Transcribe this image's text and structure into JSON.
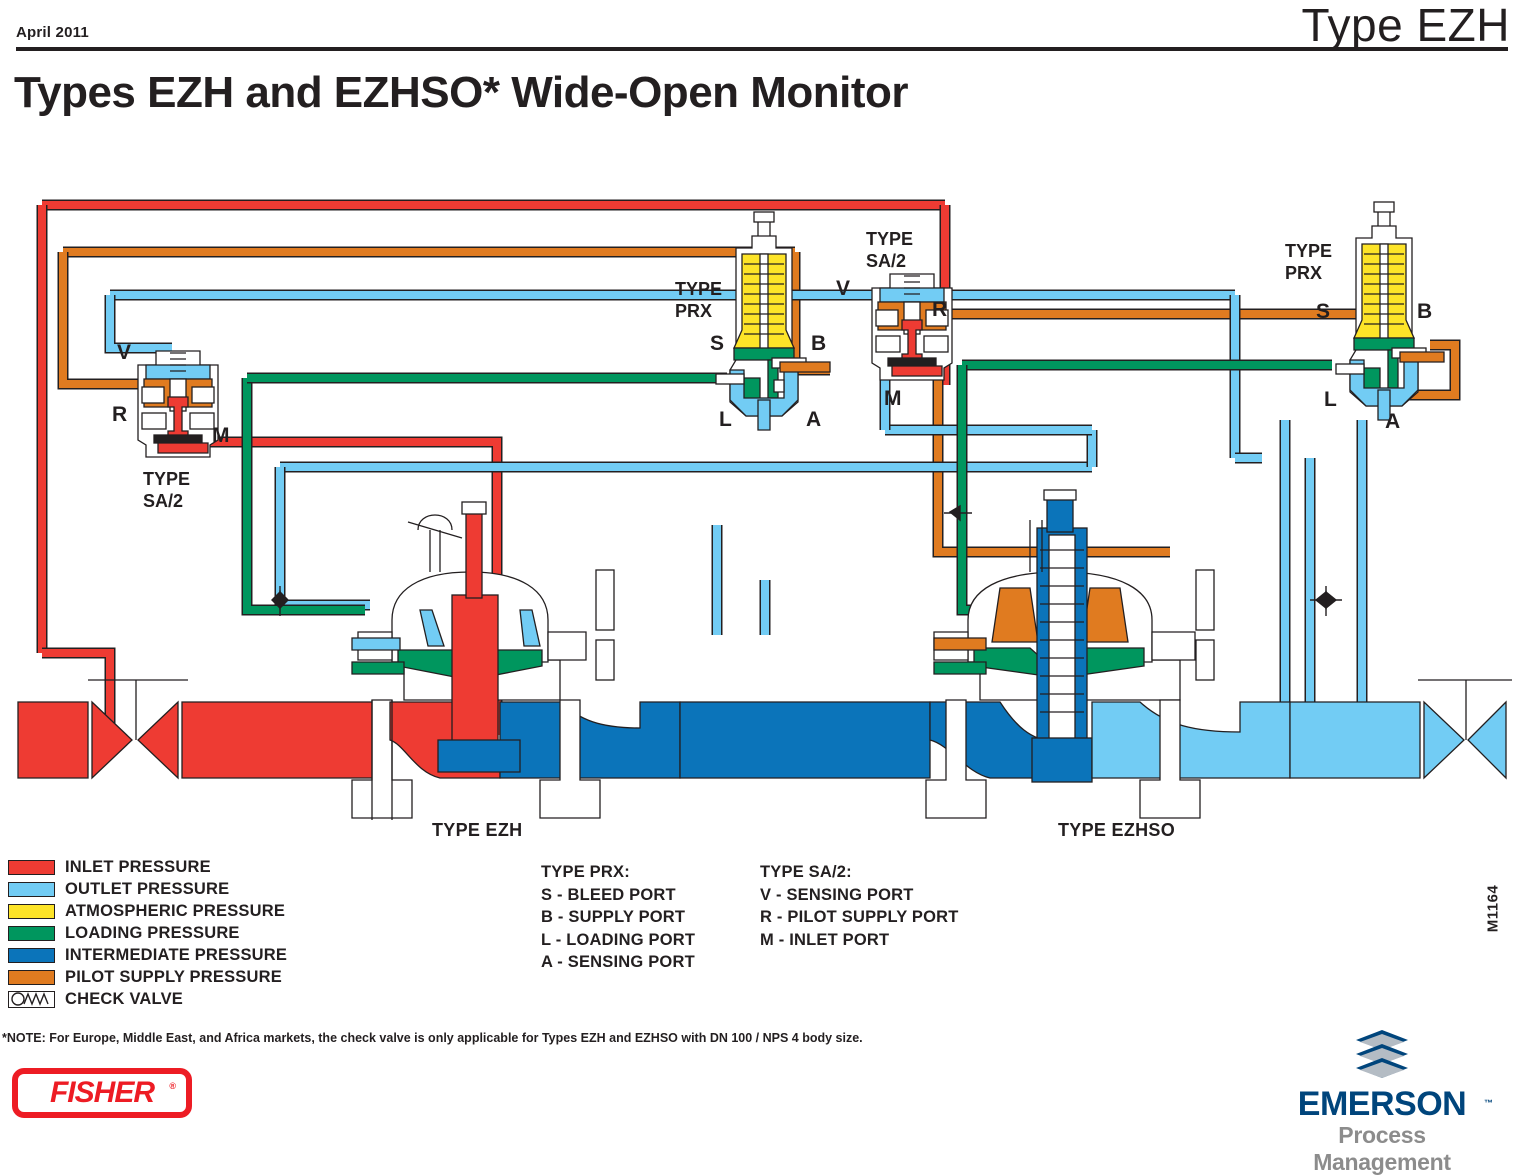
{
  "header": {
    "date": "April 2011",
    "type_label": "Type EZH",
    "title": "Types EZH and EZHSO* Wide-Open Monitor"
  },
  "diagram": {
    "captions": [
      {
        "id": "type-ezh",
        "text": "TYPE EZH"
      },
      {
        "id": "type-ezhso",
        "text": "TYPE EZHSO"
      }
    ],
    "devices": [
      {
        "id": "sa2-left",
        "line1": "TYPE",
        "line2": "SA/2"
      },
      {
        "id": "prx-middle",
        "line1": "TYPE",
        "line2": "PRX"
      },
      {
        "id": "sa2-middle",
        "line1": "TYPE",
        "line2": "SA/2"
      },
      {
        "id": "prx-right",
        "line1": "TYPE",
        "line2": "PRX"
      }
    ],
    "port_markers": {
      "sa2_left": {
        "v": "V",
        "r": "R",
        "m": "M"
      },
      "prx_middle": {
        "s": "S",
        "b": "B",
        "l": "L",
        "a": "A"
      },
      "sa2_middle": {
        "v": "V",
        "r": "R",
        "m": "M"
      },
      "prx_right": {
        "s": "S",
        "b": "B",
        "l": "L",
        "a": "A"
      }
    }
  },
  "legend": {
    "items": [
      {
        "label": "INLET PRESSURE",
        "color": "#ee3b33"
      },
      {
        "label": "OUTLET PRESSURE",
        "color": "#72ccf4"
      },
      {
        "label": "ATMOSPHERIC PRESSURE",
        "color": "#fde428"
      },
      {
        "label": "LOADING PRESSURE",
        "color": "#00965e"
      },
      {
        "label": "INTERMEDIATE PRESSURE",
        "color": "#0b74ba"
      },
      {
        "label": "PILOT SUPPLY PRESSURE",
        "color": "#e07b20"
      }
    ],
    "check_valve_label": "CHECK VALVE",
    "check_valve_icon": "check-valve-symbol"
  },
  "port_legend": {
    "prx": {
      "heading": "TYPE PRX:",
      "entries": [
        "S - BLEED PORT",
        "B - SUPPLY PORT",
        "L - LOADING PORT",
        "A - SENSING PORT"
      ]
    },
    "sa2": {
      "heading": "TYPE SA/2:",
      "entries": [
        "V - SENSING PORT",
        "R - PILOT SUPPLY PORT",
        "M - INLET PORT"
      ]
    }
  },
  "footnote": "*NOTE: For Europe, Middle East, and Africa markets, the check valve is only applicable for Types EZH and EZHSO with DN 100 / NPS 4 body size.",
  "doc_code": "M1164",
  "brand": {
    "fisher": "FISHER",
    "fisher_reg": "®",
    "emerson": "EMERSON",
    "emerson_tm": "™",
    "emerson_tagline": "Process Management"
  },
  "colors": {
    "inlet": "#ee3b33",
    "outlet": "#72ccf4",
    "atmospheric": "#fde428",
    "loading": "#00965e",
    "intermediate": "#0b74ba",
    "pilot_supply": "#e07b20",
    "outline": "#231f20",
    "fisher_red": "#ed1c24",
    "emerson_blue": "#00457c"
  }
}
